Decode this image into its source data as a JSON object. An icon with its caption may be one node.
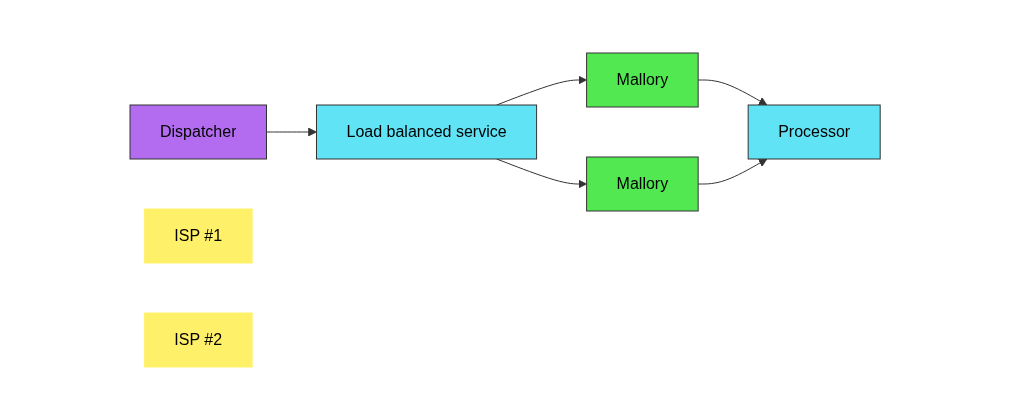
{
  "diagram": {
    "nodes": [
      {
        "text": [
          "Dispatcher"
        ]
      },
      {
        "text": [
          "Load balanced service"
        ]
      },
      {
        "text": [
          "Mallory"
        ]
      },
      {
        "text": [
          "ISP #1"
        ]
      },
      {
        "text": [
          "Mallory"
        ]
      },
      {
        "text": [
          "ISP #2"
        ]
      },
      {
        "text": [
          "Processor"
        ]
      }
    ],
    "edges": [
      {
        "from": 0,
        "to": 1,
        "arrow": "to"
      },
      {
        "from": 1,
        "to": 2,
        "arrow": "to"
      },
      {
        "from": 1,
        "to": 4,
        "arrow": "to"
      },
      {
        "from": 2,
        "to": 6,
        "arrow": "to"
      },
      {
        "from": 4,
        "to": 6,
        "arrow": "to"
      }
    ]
  }
}
